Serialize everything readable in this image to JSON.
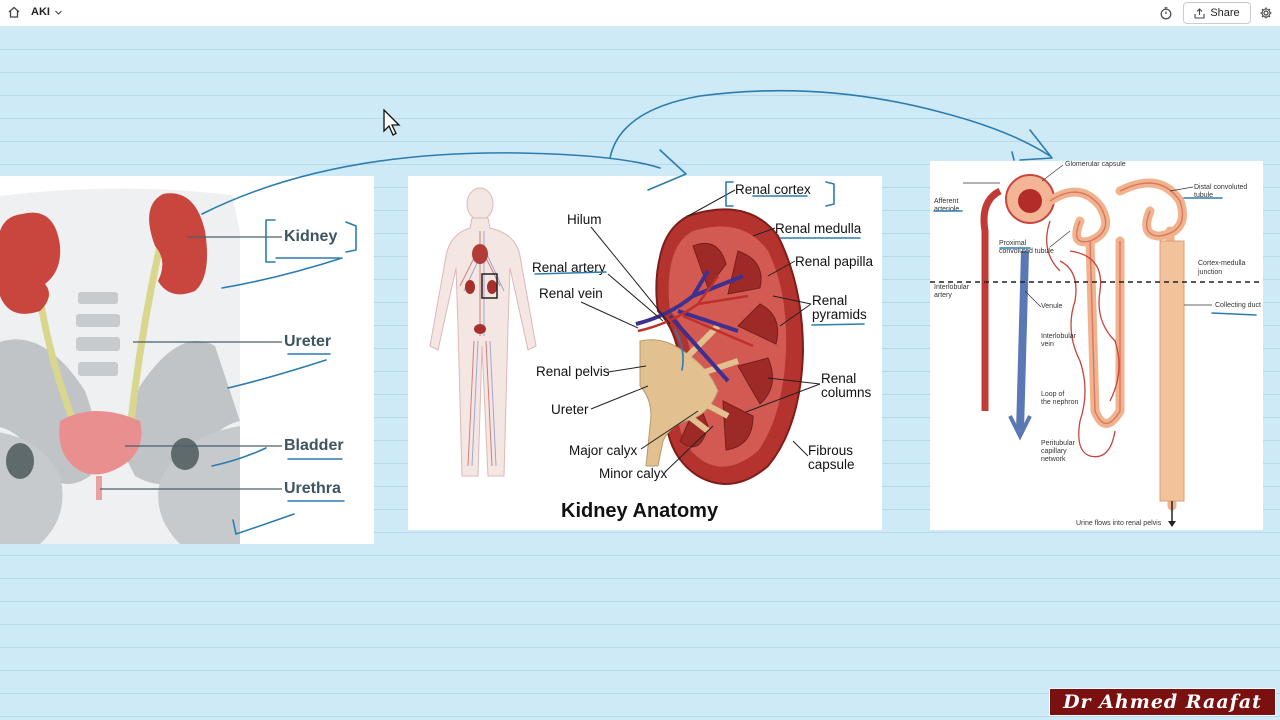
{
  "toolbar": {
    "title": "AKI",
    "share_label": "Share"
  },
  "panel1": {
    "labels": {
      "kidney": "Kidney",
      "ureter": "Ureter",
      "bladder": "Bladder",
      "urethra": "Urethra"
    }
  },
  "panel2": {
    "title": "Kidney Anatomy",
    "labels": {
      "hilum": "Hilum",
      "renal_artery": "Renal artery",
      "renal_vein": "Renal vein",
      "renal_pelvis": "Renal pelvis",
      "ureter": "Ureter",
      "major_calyx": "Major calyx",
      "minor_calyx": "Minor calyx",
      "renal_cortex": "Renal cortex",
      "renal_medulla": "Renal medulla",
      "renal_papilla": "Renal papilla",
      "renal_pyramids_1": "Renal",
      "renal_pyramids_2": "pyramids",
      "renal_columns_1": "Renal",
      "renal_columns_2": "columns",
      "fibrous_capsule_1": "Fibrous",
      "fibrous_capsule_2": "capsule"
    }
  },
  "panel3": {
    "labels": {
      "glomerular_capsule": "Glomerular capsule",
      "afferent_1": "Afferent",
      "afferent_2": "arteriole",
      "distal_1": "Distal convoluted",
      "distal_2": "tubule",
      "proximal_1": "Proximal",
      "proximal_2": "convoluted tubule",
      "cortex_1": "Cortex-medulla",
      "cortex_2": "junction",
      "interlobular_artery_1": "Interlobular",
      "interlobular_artery_2": "artery",
      "venule": "Venule",
      "collecting_duct": "Collecting duct",
      "interlobular_vein_1": "Interlobular",
      "interlobular_vein_2": "vein",
      "loop_1": "Loop of",
      "loop_2": "the nephron",
      "peritubular_1": "Peritubular",
      "peritubular_2": "capillary",
      "peritubular_3": "network",
      "urine": "Urine flows into renal pelvis"
    }
  },
  "watermark": "Dr Ahmed Raafat",
  "colors": {
    "canvas_bg": "#cfeaf7",
    "ink": "#2a7db0",
    "kidney": "#c9463f",
    "ureter": "#d8d48a",
    "bladder": "#e9898a",
    "watermark_bg": "#7a1010"
  },
  "icons": [
    "home-icon",
    "chevron-down-icon",
    "timer-icon",
    "share-icon",
    "gear-icon",
    "mouse-cursor-icon"
  ]
}
